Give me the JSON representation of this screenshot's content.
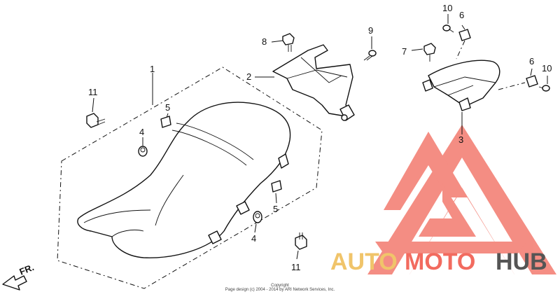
{
  "callouts": {
    "n1": "1",
    "n2": "2",
    "n3": "3",
    "n4_top": "4",
    "n4_bottom": "4",
    "n5_top": "5",
    "n5_bottom": "5",
    "n6_top": "6",
    "n6_right": "6",
    "n7": "7",
    "n8": "8",
    "n9": "9",
    "n10_top": "10",
    "n10_right": "10",
    "n11_top": "11",
    "n11_bottom": "11"
  },
  "direction_label": "FR.",
  "copyright": {
    "line1": "Copyright",
    "line2": "Page design (c) 2004 - 2014 by ARI Network Services, Inc."
  },
  "watermark": {
    "part1": "AUTO",
    "part2": "MOTO",
    "part3": "HUB",
    "color_main": "#f26b5f",
    "color_moto": "#f0c46a",
    "color_hub": "#555555"
  }
}
